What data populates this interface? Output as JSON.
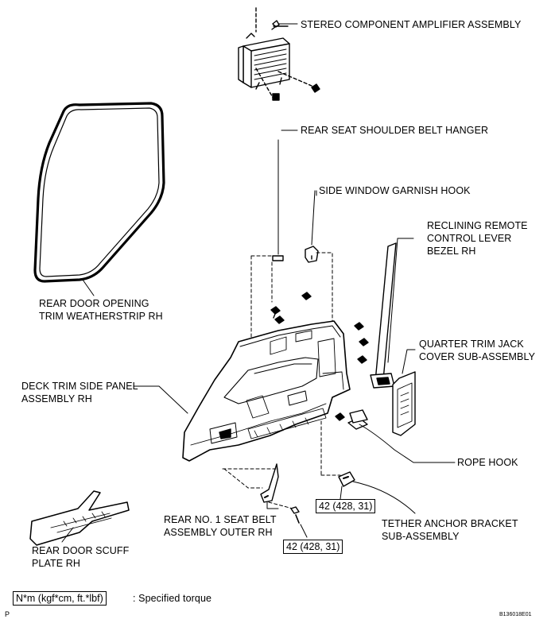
{
  "labels": {
    "amp": "STEREO COMPONENT AMPLIFIER ASSEMBLY",
    "belt_hanger": "REAR SEAT SHOULDER BELT HANGER",
    "garnish_hook": "SIDE WINDOW GARNISH HOOK",
    "recline_1": "RECLINING REMOTE",
    "recline_2": "CONTROL LEVER",
    "recline_3": "BEZEL RH",
    "weather_1": "REAR DOOR OPENING",
    "weather_2": "TRIM WEATHERSTRIP RH",
    "jack_1": "QUARTER TRIM JACK",
    "jack_2": "COVER SUB-ASSEMBLY",
    "deck_1": "DECK TRIM SIDE PANEL",
    "deck_2": "ASSEMBLY RH",
    "rope": "ROPE HOOK",
    "seatbelt_1": "REAR NO. 1 SEAT BELT",
    "seatbelt_2": "ASSEMBLY OUTER RH",
    "tether_1": "TETHER ANCHOR BRACKET",
    "tether_2": "SUB-ASSEMBLY",
    "scuff_1": "REAR DOOR SCUFF",
    "scuff_2": "PLATE RH"
  },
  "torque": {
    "tether": "42 (428, 31)",
    "seatbelt": "42 (428, 31)"
  },
  "legend": {
    "unit": "N*m (kgf*cm, ft.*lbf)",
    "text": ": Specified torque"
  },
  "footer": {
    "code": "B136018E01",
    "page": "P"
  }
}
